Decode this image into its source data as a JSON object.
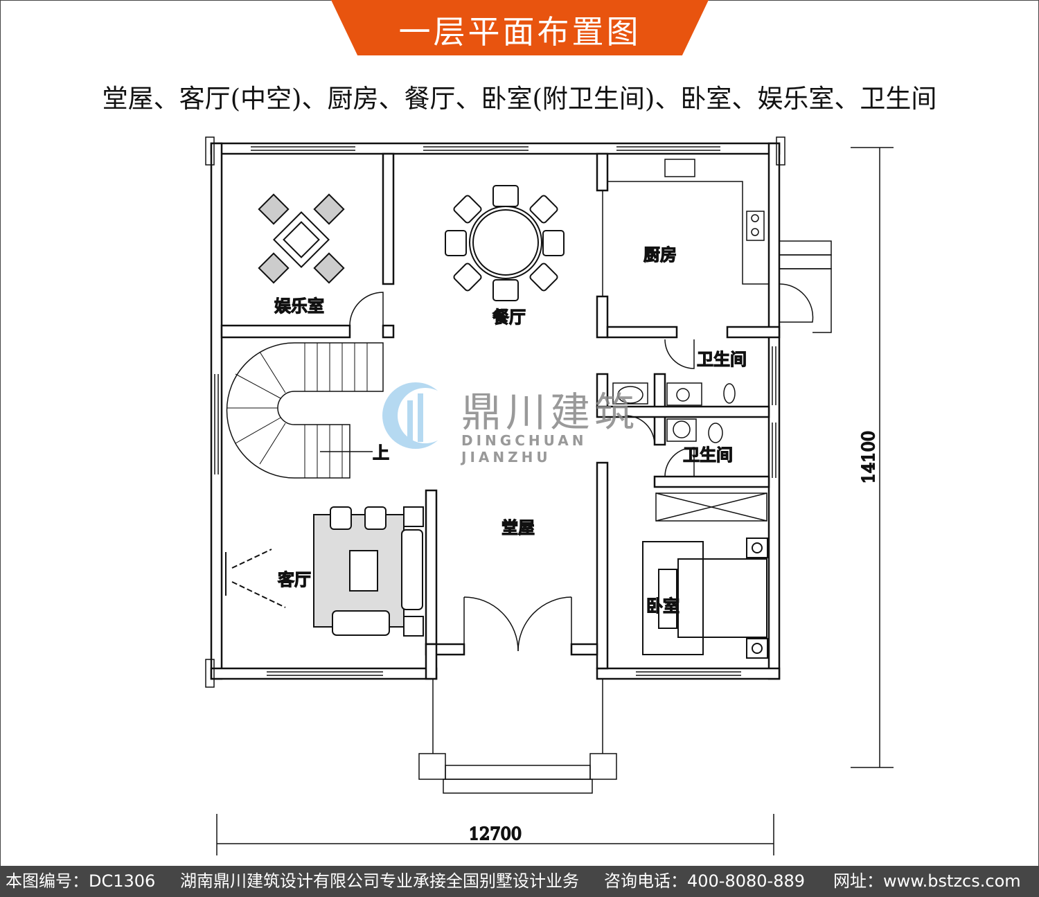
{
  "header": {
    "title": "一层平面布置图",
    "subtitle": "堂屋、客厅(中空)、厨房、餐厅、卧室(附卫生间)、卧室、娱乐室、卫生间"
  },
  "rooms": {
    "entertainment": "娱乐室",
    "dining": "餐厅",
    "kitchen": "厨房",
    "bath1": "卫生间",
    "bath2": "卫生间",
    "hall": "堂屋",
    "living": "客厅",
    "bedroom": "卧室",
    "stair_up": "上"
  },
  "dimensions": {
    "width": "12700",
    "depth": "14100"
  },
  "watermark": {
    "cn": "鼎川建筑",
    "en": "DINGCHUAN JIANZHU"
  },
  "footer": {
    "code": "本图编号：DC1306",
    "company": "湖南鼎川建筑设计有限公司专业承接全国别墅设计业务",
    "phone": "咨询电话：400-8080-889",
    "site": "网址：www.bstzcs.com"
  },
  "colors": {
    "accent": "#e8540f",
    "footer_bg": "#464646"
  }
}
